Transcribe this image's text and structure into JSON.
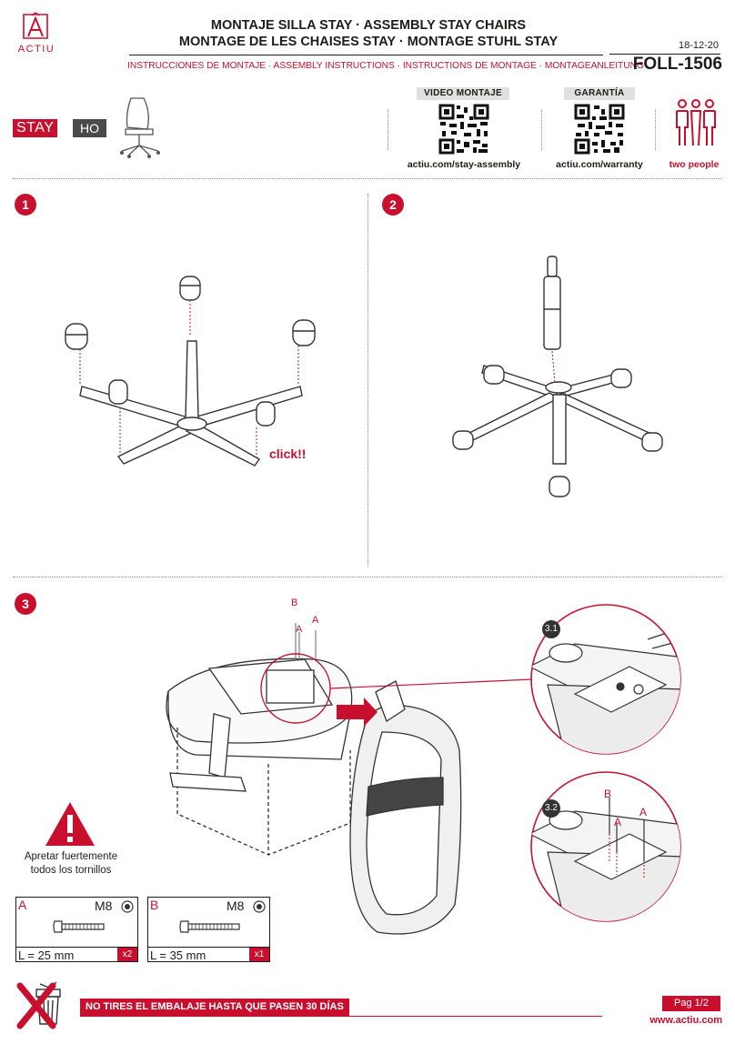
{
  "header": {
    "brand": "ACTIU",
    "title_line1": "MONTAJE SILLA STAY · ASSEMBLY STAY CHAIRS",
    "title_line2": "MONTAGE DE LES CHAISES STAY · MONTAGE STUHL STAY",
    "subtitle": "INSTRUCCIONES DE MONTAJE · ASSEMBLY INSTRUCTIONS · INSTRUCTIONS DE MONTAGE · MONTAGEANLEITUNG",
    "date": "18-12-20",
    "doc_code": "FOLL-1506"
  },
  "product": {
    "model": "STAY",
    "variant": "HO"
  },
  "video": {
    "label": "VIDEO MONTAJE",
    "url": "actiu.com/stay-assembly"
  },
  "warranty": {
    "label": "GARANTÍA",
    "url": "actiu.com/warranty"
  },
  "people": {
    "label": "two people"
  },
  "steps": {
    "s1": {
      "number": "1",
      "callout": "click!!"
    },
    "s2": {
      "number": "2"
    },
    "s3": {
      "number": "3",
      "sub1": "3.1",
      "sub2": "3.2",
      "label_a": "A",
      "label_b": "B"
    }
  },
  "warning": {
    "line1": "Apretar fuertemente",
    "line2": "todos los tornillos"
  },
  "screws": [
    {
      "letter": "A",
      "size": "M8",
      "length": "L = 25 mm",
      "qty": "x2"
    },
    {
      "letter": "B",
      "size": "M8",
      "length": "L = 35 mm",
      "qty": "x1"
    }
  ],
  "footer": {
    "notice": "NO TIRES EL EMBALAJE HASTA QUE PASEN 30 DÍAS",
    "page": "Pag 1/2",
    "website": "www.actiu.com"
  },
  "colors": {
    "accent": "#c8102e",
    "ink": "#1d1d1b"
  }
}
